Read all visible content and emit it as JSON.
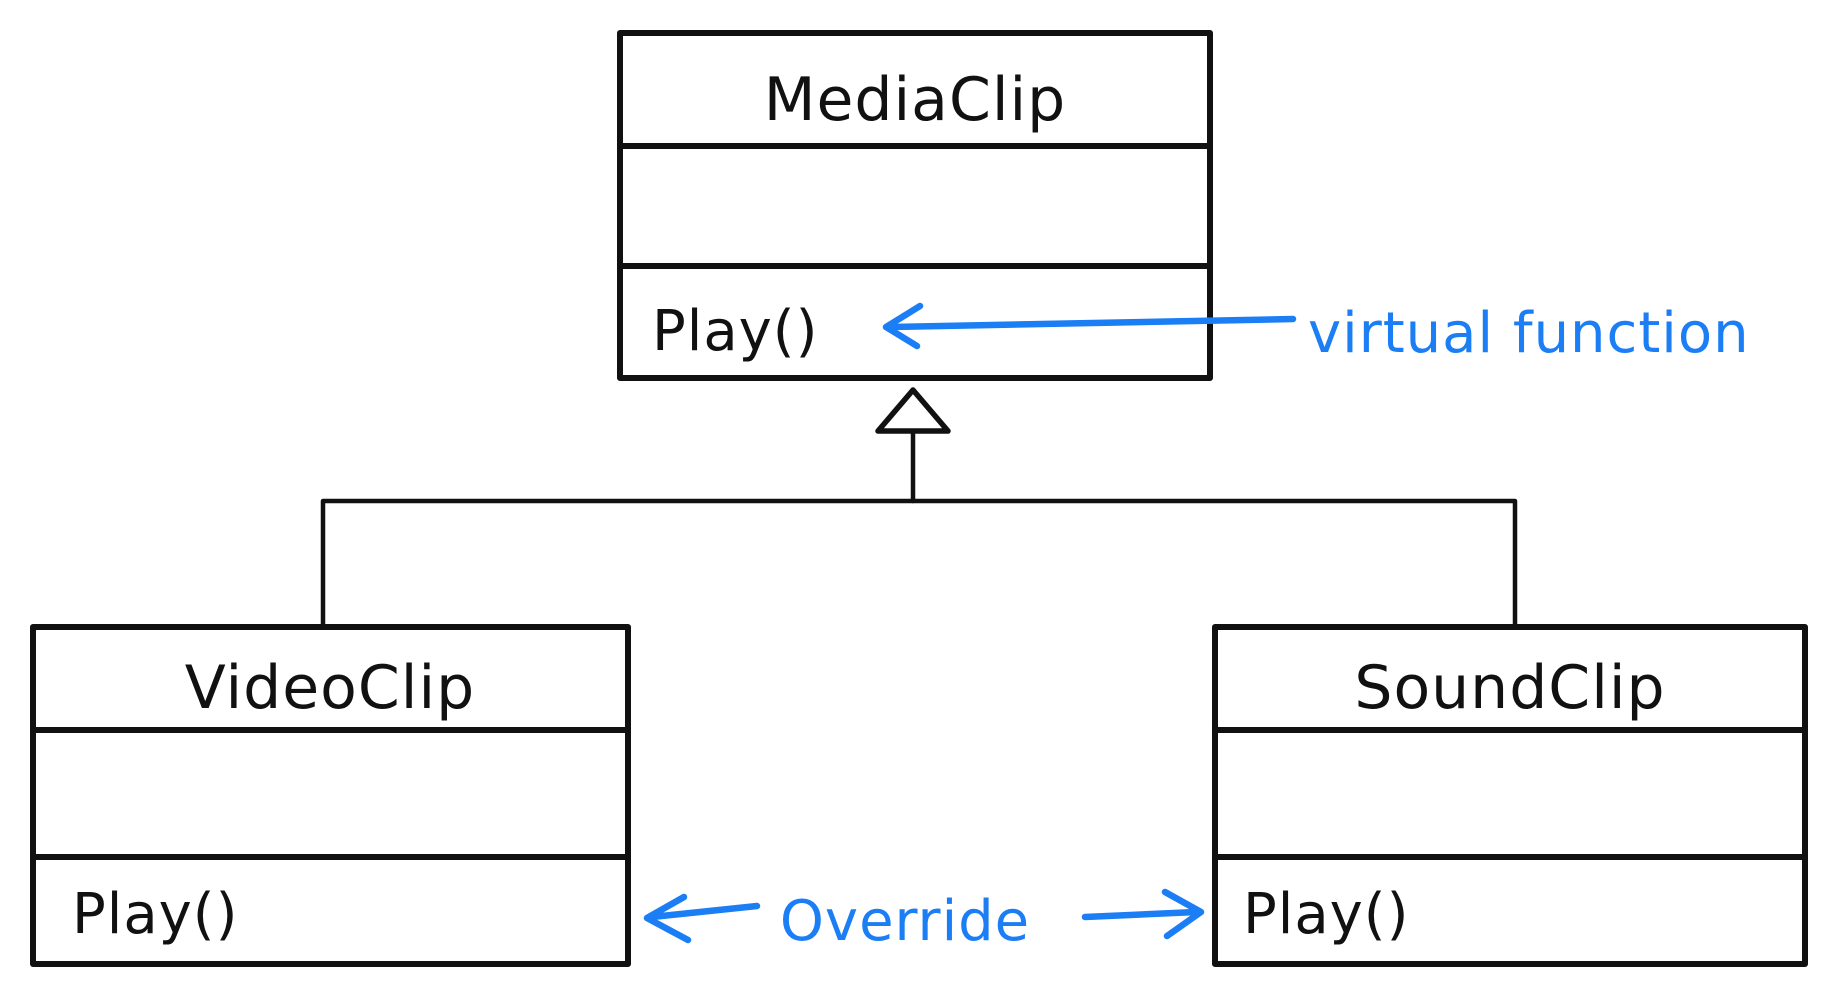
{
  "diagram": {
    "type": "uml-class-inheritance",
    "classes": [
      {
        "name": "MediaClip",
        "attributes": [],
        "methods": [
          "Play()"
        ]
      },
      {
        "name": "VideoClip",
        "attributes": [],
        "methods": [
          "Play()"
        ]
      },
      {
        "name": "SoundClip",
        "attributes": [],
        "methods": [
          "Play()"
        ]
      }
    ],
    "relationships": [
      {
        "type": "inheritance",
        "from": "VideoClip",
        "to": "MediaClip"
      },
      {
        "type": "inheritance",
        "from": "SoundClip",
        "to": "MediaClip"
      }
    ],
    "annotations": [
      {
        "text": "virtual function",
        "points_to": "MediaClip.Play()"
      },
      {
        "text": "Override",
        "points_to": [
          "VideoClip.Play()",
          "SoundClip.Play()"
        ]
      }
    ],
    "colors": {
      "stroke": "#111111",
      "annotation_blue": "#1b7ef5",
      "background": "#ffffff"
    }
  }
}
